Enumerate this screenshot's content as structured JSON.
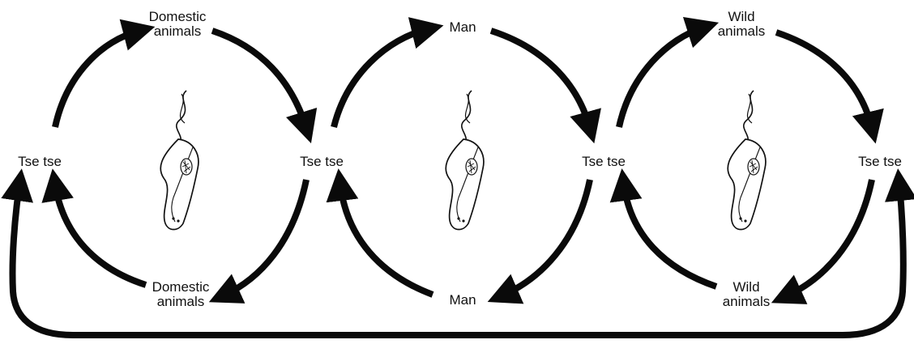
{
  "labels": {
    "c1_top": [
      "Domestic",
      "animals"
    ],
    "c1_bottom": [
      "Domestic",
      "animals"
    ],
    "c2_top": "Man",
    "c2_bottom": "Man",
    "c3_top": [
      "Wild",
      "animals"
    ],
    "c3_bottom": [
      "Wild",
      "animals"
    ],
    "tsetse_1": "Tse tse",
    "tsetse_2": "Tse tse",
    "tsetse_3": "Tse tse",
    "tsetse_4": "Tse tse"
  },
  "colors": {
    "arrow": "#0a0a0a",
    "text": "#111111"
  }
}
